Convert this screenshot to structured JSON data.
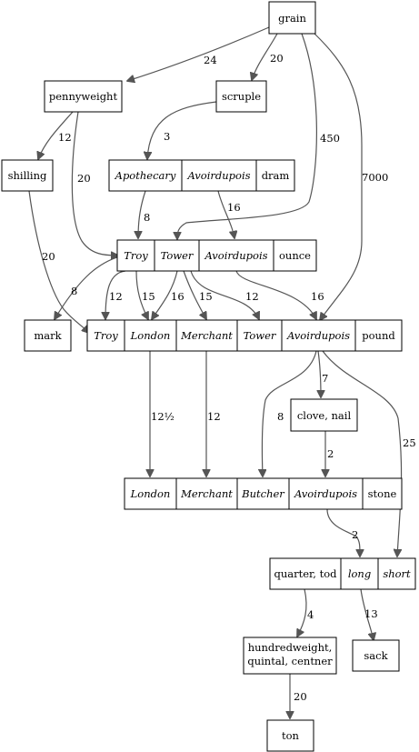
{
  "nodes": {
    "grain": {
      "cells": [
        {
          "text": "grain",
          "italic": false
        }
      ]
    },
    "pennyweight": {
      "cells": [
        {
          "text": "pennyweight",
          "italic": false
        }
      ]
    },
    "scruple": {
      "cells": [
        {
          "text": "scruple",
          "italic": false
        }
      ]
    },
    "shilling": {
      "cells": [
        {
          "text": "shilling",
          "italic": false
        }
      ]
    },
    "dram": {
      "cells": [
        {
          "text": "Apothecary",
          "italic": true
        },
        {
          "text": "Avoirdupois",
          "italic": true
        },
        {
          "text": "dram",
          "italic": false
        }
      ]
    },
    "ounce": {
      "cells": [
        {
          "text": "Troy",
          "italic": true
        },
        {
          "text": "Tower",
          "italic": true
        },
        {
          "text": "Avoirdupois",
          "italic": true
        },
        {
          "text": "ounce",
          "italic": false
        }
      ]
    },
    "mark": {
      "cells": [
        {
          "text": "mark",
          "italic": false
        }
      ]
    },
    "pound": {
      "cells": [
        {
          "text": "Troy",
          "italic": true
        },
        {
          "text": "London",
          "italic": true
        },
        {
          "text": "Merchant",
          "italic": true
        },
        {
          "text": "Tower",
          "italic": true
        },
        {
          "text": "Avoirdupois",
          "italic": true
        },
        {
          "text": "pound",
          "italic": false
        }
      ]
    },
    "clove": {
      "cells": [
        {
          "text": "clove, nail",
          "italic": false
        }
      ]
    },
    "stone": {
      "cells": [
        {
          "text": "London",
          "italic": true
        },
        {
          "text": "Merchant",
          "italic": true
        },
        {
          "text": "Butcher",
          "italic": true
        },
        {
          "text": "Avoirdupois",
          "italic": true
        },
        {
          "text": "stone",
          "italic": false
        }
      ]
    },
    "quarter": {
      "cells": [
        {
          "text": "quarter, tod",
          "italic": false
        },
        {
          "text": "long",
          "italic": true
        },
        {
          "text": "short",
          "italic": true
        }
      ]
    },
    "hundredweight": {
      "cells": [
        {
          "text": "hundredweight,\nquintal, centner",
          "italic": false
        }
      ]
    },
    "sack": {
      "cells": [
        {
          "text": "sack",
          "italic": false
        }
      ]
    },
    "ton": {
      "cells": [
        {
          "text": "ton",
          "italic": false
        }
      ]
    }
  },
  "edges": [
    {
      "id": "grain-pennyweight",
      "label": "24"
    },
    {
      "id": "grain-scruple",
      "label": "20"
    },
    {
      "id": "grain-tower-ounce",
      "label": "450"
    },
    {
      "id": "grain-avoir-pound",
      "label": "7000"
    },
    {
      "id": "pennyweight-shilling",
      "label": "12"
    },
    {
      "id": "pennyweight-troy-ounce",
      "label": "20"
    },
    {
      "id": "scruple-apothecary-dram",
      "label": "3"
    },
    {
      "id": "apothecary-dram-troy-ounce",
      "label": "8"
    },
    {
      "id": "avoir-dram-avoir-ounce",
      "label": "16"
    },
    {
      "id": "shilling-troy-pound",
      "label": "20"
    },
    {
      "id": "troy-ounce-mark",
      "label": "8"
    },
    {
      "id": "troy-ounce-troy-pound",
      "label": "12"
    },
    {
      "id": "troy-ounce-london-pound",
      "label": "15"
    },
    {
      "id": "tower-ounce-london-pound",
      "label": "16"
    },
    {
      "id": "tower-ounce-merchant-pound",
      "label": "15"
    },
    {
      "id": "tower-ounce-tower-pound",
      "label": "12"
    },
    {
      "id": "avoir-ounce-avoir-pound",
      "label": "16"
    },
    {
      "id": "london-pound-london-stone",
      "label": "12½"
    },
    {
      "id": "merchant-pound-merchant-stone",
      "label": "12"
    },
    {
      "id": "avoir-pound-clove",
      "label": "7"
    },
    {
      "id": "avoir-pound-butcher-stone",
      "label": "8"
    },
    {
      "id": "avoir-pound-short-quarter",
      "label": "25"
    },
    {
      "id": "clove-avoir-stone",
      "label": "2"
    },
    {
      "id": "avoir-stone-long-quarter",
      "label": "2"
    },
    {
      "id": "quarter-hundredweight",
      "label": "4"
    },
    {
      "id": "long-quarter-sack",
      "label": "13"
    },
    {
      "id": "hundredweight-ton",
      "label": "20"
    }
  ]
}
